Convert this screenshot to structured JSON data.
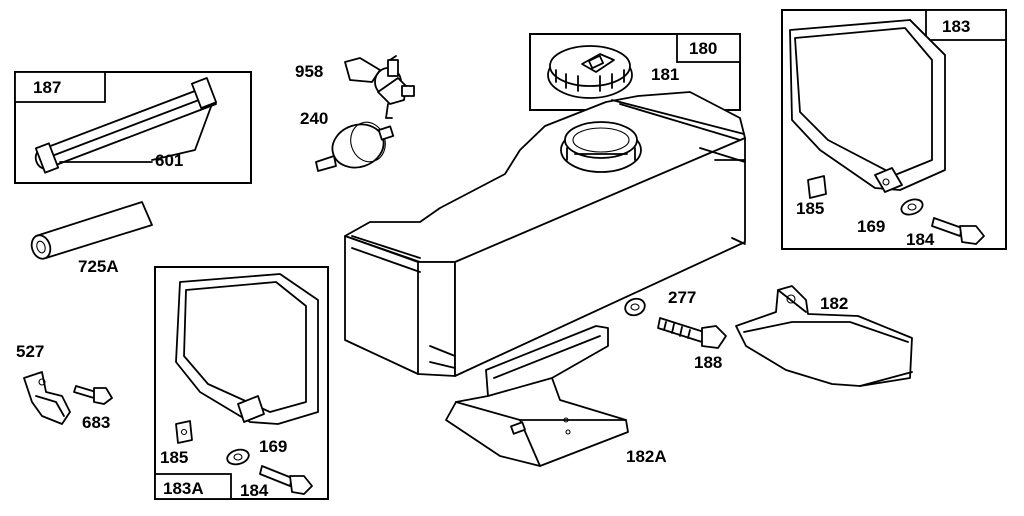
{
  "diagram": {
    "boxes": {
      "hose_kit": "187",
      "fuel_cap": "180",
      "shield_right": "183",
      "shield_left": "183A"
    },
    "labels": {
      "fuel_shutoff_valve": "958",
      "fuel_filter": "240",
      "hose_clamp": "601",
      "fuel_hose": "725A",
      "cap": "181",
      "bracket_clip": "527",
      "screw_small": "683",
      "spacer_right": "185",
      "lockwasher_right": "169",
      "screw_right": "184",
      "spacer_left": "185",
      "lockwasher_left": "169",
      "screw_left": "184",
      "washer": "277",
      "screw_tank": "188",
      "bracket_right": "182",
      "bracket_bottom": "182A"
    }
  }
}
